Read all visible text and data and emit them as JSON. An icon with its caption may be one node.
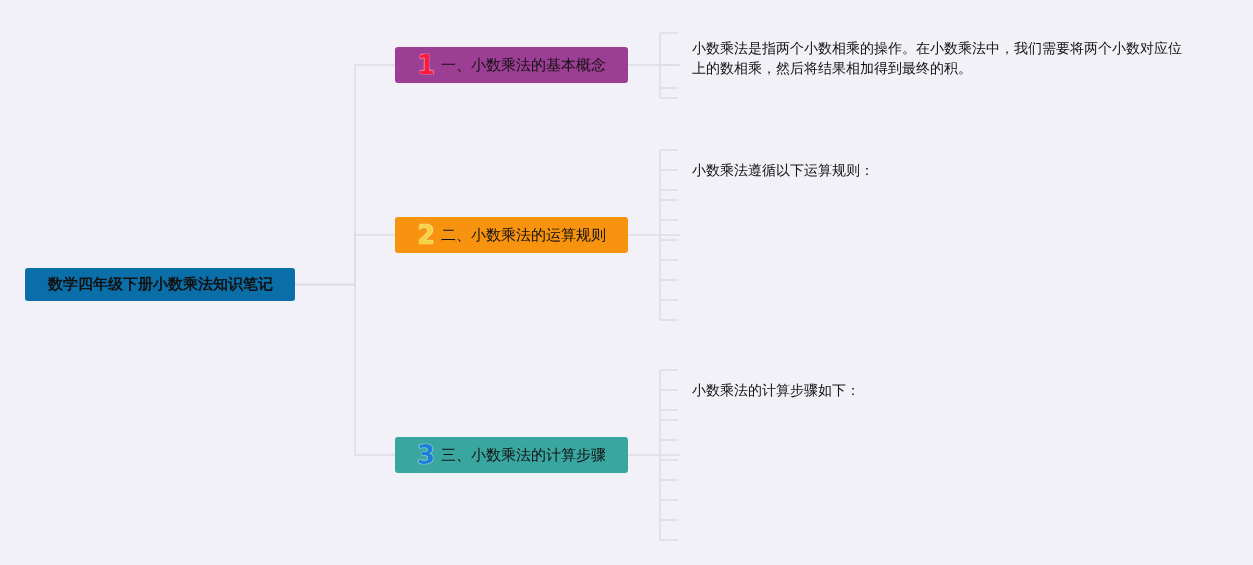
{
  "diagram": {
    "nodes": [
      {
        "text": [
          "数学四年级下册小数乘法知识笔记"
        ]
      },
      {
        "text": [
          "1",
          "一、小数乘法的基本概念"
        ]
      },
      {
        "text": [
          "2",
          "二、小数乘法的运算规则"
        ]
      },
      {
        "text": [
          "3",
          "三、小数乘法的计算步骤"
        ]
      },
      {
        "text": [
          "小数乘法是指两个小数相乘的操作。在小数乘法中，我们需要将两个小数对应位上的数相乘，然后将结果相加得到最终的积。"
        ]
      },
      {
        "text": [
          "小数乘法遵循以下运算规则："
        ]
      },
      {
        "text": [
          "小数乘法的计算步骤如下："
        ]
      }
    ],
    "edges": [
      {
        "from": 0,
        "to": 1,
        "arrow": "none"
      },
      {
        "from": 0,
        "to": 2,
        "arrow": "none"
      },
      {
        "from": 0,
        "to": 3,
        "arrow": "none"
      },
      {
        "from": 1,
        "to": 4,
        "arrow": "none"
      },
      {
        "from": 2,
        "to": 5,
        "arrow": "none"
      },
      {
        "from": 3,
        "to": 6,
        "arrow": "none"
      }
    ]
  }
}
